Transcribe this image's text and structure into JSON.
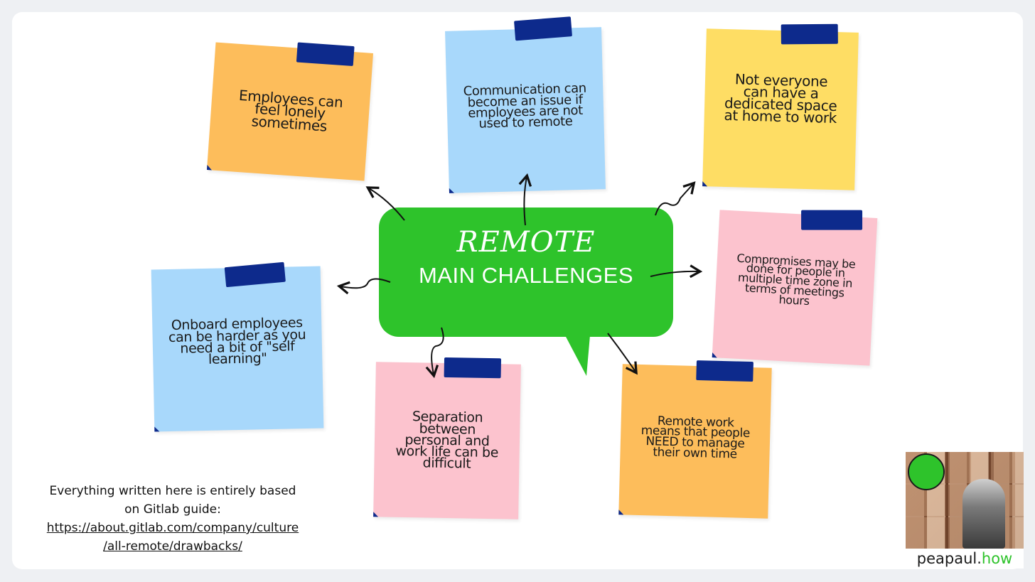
{
  "center": {
    "subtitle": "REMOTE",
    "title": "MAIN CHALLENGES",
    "color": "#2ec32b"
  },
  "notes": [
    {
      "id": "lonely",
      "text": "Employees can feel lonely sometimes",
      "color": "#fdbd5b"
    },
    {
      "id": "communication",
      "text": "Communication can become an issue if employees are not used to remote",
      "color": "#a8d8fb"
    },
    {
      "id": "space",
      "text": "Not everyone can have a dedicated space at home to work",
      "color": "#fedd64"
    },
    {
      "id": "onboard",
      "text": "Onboard employees can be harder as you need a bit of \"self learning\"",
      "color": "#a8d8fb"
    },
    {
      "id": "timezone",
      "text": "Compromises may be done for people in multiple time zone in terms of meetings hours",
      "color": "#fcc3ce"
    },
    {
      "id": "separation",
      "text": "Separation between personal and work life can be difficult",
      "color": "#fcc3ce"
    },
    {
      "id": "time",
      "text": "Remote work means that people NEED to manage their own time",
      "color": "#fdbd5b"
    }
  ],
  "tape_color": "#0d2a8c",
  "source": {
    "line1": "Everything written here is entirely based",
    "line2": "on Gitlab guide:",
    "link1": "https://about.gitlab.com/company/culture",
    "link2": "/all-remote/drawbacks/"
  },
  "brand": {
    "name_main": "peapaul.",
    "name_accent": "how"
  }
}
